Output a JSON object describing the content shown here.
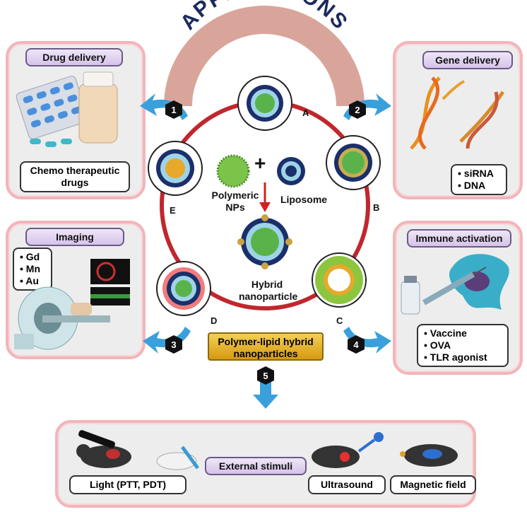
{
  "header": {
    "title": "APPLICATIONS"
  },
  "panels": {
    "drug": {
      "tag": "Drug delivery",
      "box": "Chemo therapeutic drugs"
    },
    "gene": {
      "tag": "Gene delivery",
      "items": [
        "siRNA",
        "DNA"
      ]
    },
    "imaging": {
      "tag": "Imaging",
      "items": [
        "Gd",
        "Mn",
        "Au"
      ]
    },
    "immune": {
      "tag": "Immune activation",
      "items": [
        "Vaccine",
        "OVA",
        "TLR agonist"
      ]
    },
    "stimuli": {
      "tag": "External stimuli",
      "light": "Light (PTT, PDT)",
      "ultrasound": "Ultrasound",
      "magnetic": "Magnetic field"
    }
  },
  "center": {
    "polymeric": "Polymeric NPs",
    "plus": "+",
    "liposome": "Liposome",
    "hybrid": "Hybrid nanoparticle",
    "banner": "Polymer-lipid hybrid nanoparticles",
    "letters": [
      "A",
      "B",
      "C",
      "D",
      "E"
    ]
  },
  "steps": [
    "1",
    "2",
    "3",
    "4",
    "5"
  ],
  "colors": {
    "panel_border": "#f2b5ba",
    "arrow": "#3aa0dc",
    "ring": "#c0272d",
    "banner": "#e2a81e",
    "arch": "#d9a59a"
  }
}
